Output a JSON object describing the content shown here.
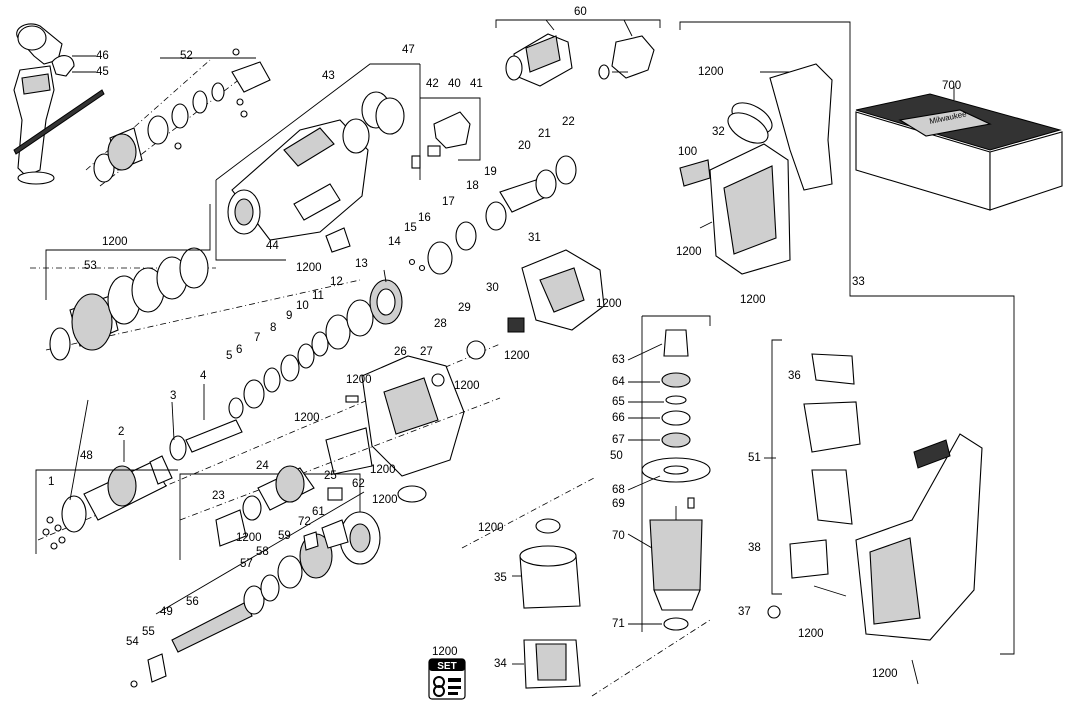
{
  "labels": {
    "l1": "1",
    "l2": "2",
    "l3": "3",
    "l4": "4",
    "l5": "5",
    "l6": "6",
    "l7": "7",
    "l8": "8",
    "l9": "9",
    "l10": "10",
    "l11": "11",
    "l12": "12",
    "l13": "13",
    "l14": "14",
    "l15": "15",
    "l16": "16",
    "l17": "17",
    "l18": "18",
    "l19": "19",
    "l20": "20",
    "l21": "21",
    "l22": "22",
    "l23": "23",
    "l24": "24",
    "l25": "25",
    "l26": "26",
    "l27": "27",
    "l28": "28",
    "l29": "29",
    "l30": "30",
    "l31": "31",
    "l32": "32",
    "l33": "33",
    "l34": "34",
    "l35": "35",
    "l36": "36",
    "l37": "37",
    "l38": "38",
    "l40": "40",
    "l41": "41",
    "l42": "42",
    "l43": "43",
    "l44": "44",
    "l45": "45",
    "l46": "46",
    "l47": "47",
    "l48": "48",
    "l49": "49",
    "l50": "50",
    "l51": "51",
    "l52": "52",
    "l53": "53",
    "l54": "54",
    "l55": "55",
    "l56": "56",
    "l57": "57",
    "l58": "58",
    "l59": "59",
    "l60": "60",
    "l61": "61",
    "l62": "62",
    "l63": "63",
    "l64": "64",
    "l65": "65",
    "l66": "66",
    "l67": "67",
    "l68": "68",
    "l69": "69",
    "l70": "70",
    "l71": "71",
    "l72": "72",
    "l100": "100",
    "l700": "700",
    "s1200": "1200"
  },
  "set_badge": {
    "title": "1200",
    "text": "SET"
  },
  "case_brand": "Milwaukee",
  "icons": [
    "drill-chuck-icon",
    "gear-icon",
    "bearing-icon",
    "screw-icon",
    "housing-icon",
    "carry-case-icon",
    "battery-connector-icon",
    "armature-icon",
    "set-kit-icon"
  ]
}
